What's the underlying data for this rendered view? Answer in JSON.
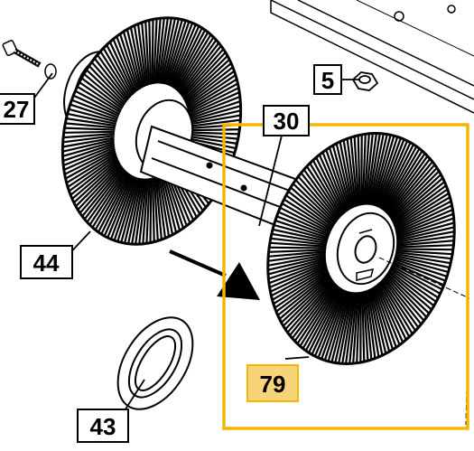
{
  "diagram": {
    "callouts": {
      "part_5": "5",
      "part_27": "27",
      "part_30": "30",
      "part_44": "44",
      "part_43": "43",
      "part_79": "79"
    },
    "colors": {
      "line": "#000000",
      "frame": "#f2b705",
      "highlight_fill": "#f7d37a",
      "background": "#ffffff"
    }
  }
}
